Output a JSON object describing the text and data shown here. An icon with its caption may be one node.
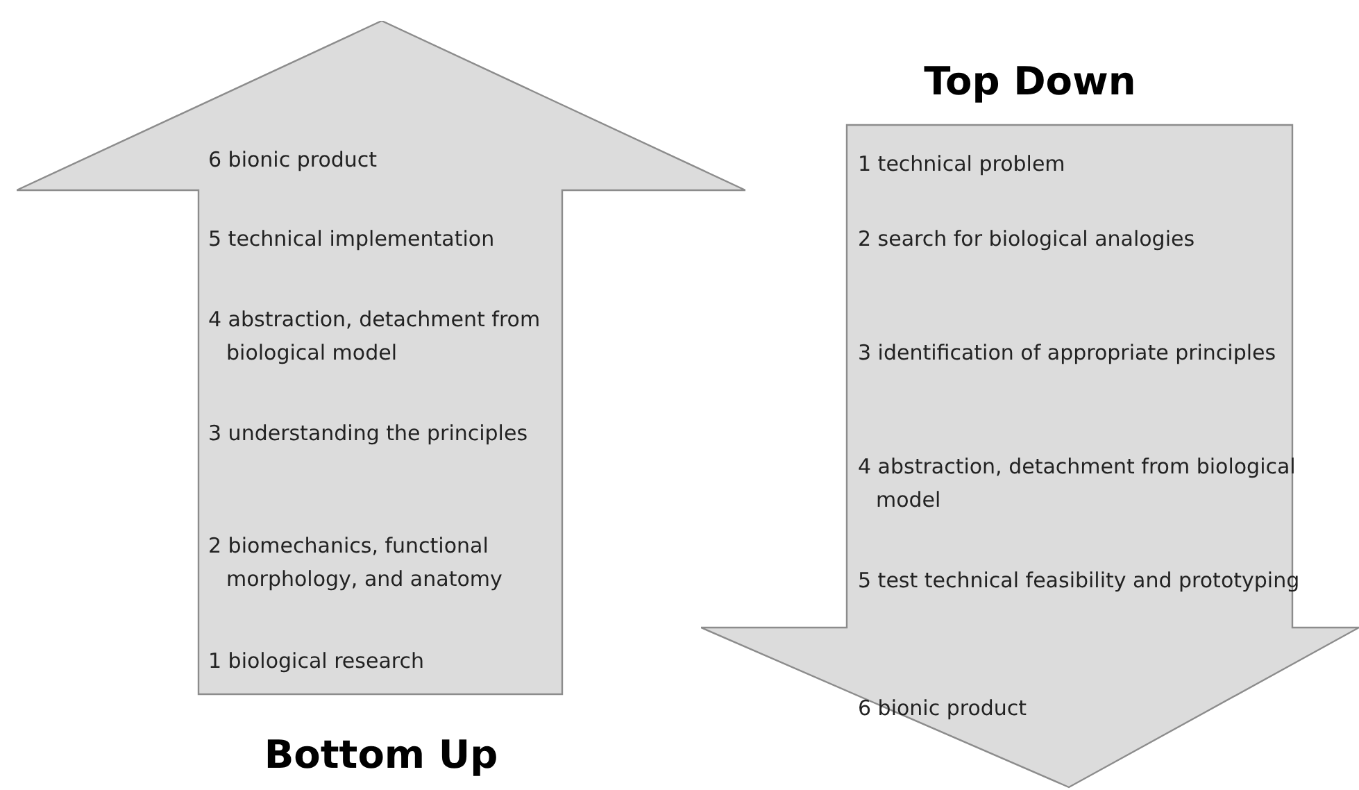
{
  "diagram": {
    "nodes": [
      {
        "text": [
          "6 bionic product",
          "5 technical implementation",
          "4 abstraction, detachment from biological model",
          "3 understanding the principles",
          "2 biomechanics, functional morphology, and anatomy",
          "1 biological research",
          "Bottom Up"
        ]
      },
      {
        "text": [
          "Top Down",
          "1 technical problem",
          "2 search for biological analogies",
          "3 identification of appropriate principles",
          "4 abstraction, detachment from biological model",
          "5 test technical feasibility and prototyping",
          "6 bionic product"
        ]
      }
    ]
  }
}
